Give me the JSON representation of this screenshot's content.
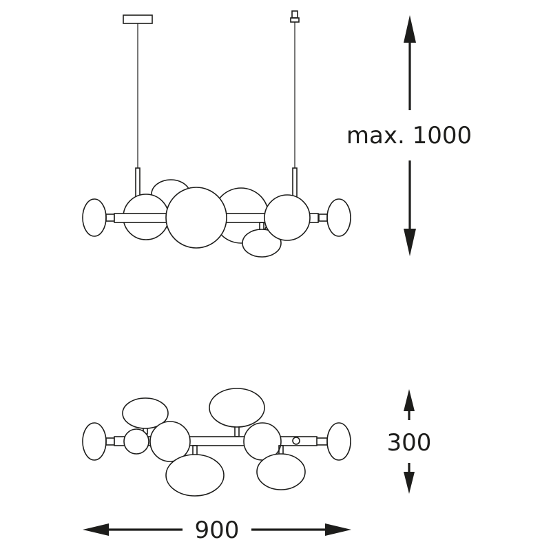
{
  "dimensions": {
    "height_label": "max. 1000",
    "depth_label": "300",
    "width_label": "900"
  },
  "colors": {
    "line": "#1d1d1b",
    "background": "#ffffff"
  }
}
